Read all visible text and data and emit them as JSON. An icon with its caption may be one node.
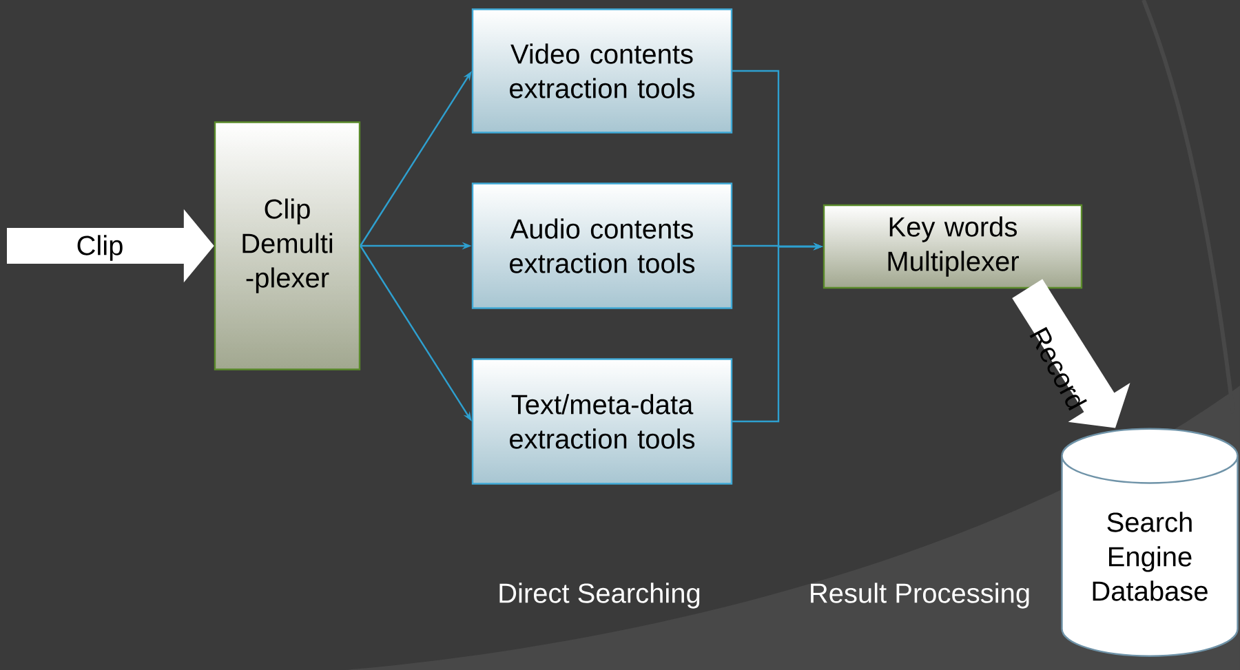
{
  "diagram": {
    "nodes": [
      {
        "text": [
          "Clip Demulti -plexer"
        ]
      },
      {
        "text": [
          "Video contents extraction tools"
        ]
      },
      {
        "text": [
          "Audio contents extraction tools"
        ]
      },
      {
        "text": [
          "Text/meta-data extraction tools"
        ]
      },
      {
        "text": [
          "Key words Multiplexer"
        ]
      },
      {
        "text": [
          "Search Engine Database"
        ]
      }
    ],
    "edges": [
      {
        "from": null,
        "to": 0,
        "arrow": "to",
        "label": "Clip",
        "style": "thick",
        "color": "#ffffff"
      },
      {
        "from": 0,
        "to": 1,
        "arrow": "to"
      },
      {
        "from": 0,
        "to": 2,
        "arrow": "to"
      },
      {
        "from": 0,
        "to": 3,
        "arrow": "to"
      },
      {
        "from": 1,
        "to": 4,
        "arrow": "to"
      },
      {
        "from": 2,
        "to": 4,
        "arrow": "to"
      },
      {
        "from": 3,
        "to": 4,
        "arrow": "to"
      },
      {
        "from": 4,
        "to": 5,
        "arrow": "to",
        "label": "Record",
        "style": "thick",
        "color": "#ffffff"
      }
    ],
    "labels": [
      "Direct Searching",
      "Result Processing"
    ]
  }
}
